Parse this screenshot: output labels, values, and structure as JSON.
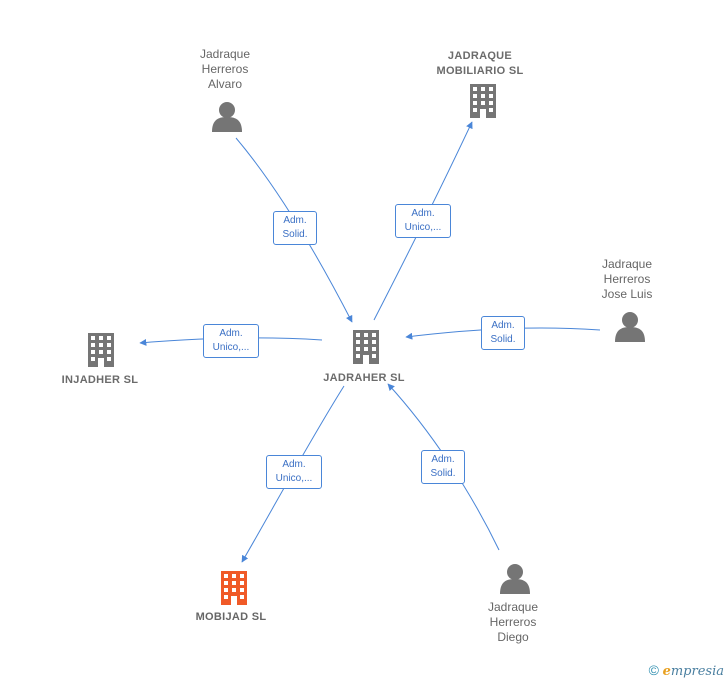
{
  "nodes": {
    "center": {
      "label": "JADRAHER  SL",
      "kind": "company"
    },
    "alvaro": {
      "lines": [
        "Jadraque",
        "Herreros",
        "Alvaro"
      ],
      "kind": "person"
    },
    "mobiliario": {
      "lines": [
        "JADRAQUE",
        "MOBILIARIO SL"
      ],
      "kind": "company"
    },
    "jose_luis": {
      "lines": [
        "Jadraque",
        "Herreros",
        "Jose Luis"
      ],
      "kind": "person"
    },
    "injadher": {
      "label": "INJADHER  SL",
      "kind": "company"
    },
    "mobijad": {
      "label": "MOBIJAD  SL",
      "kind": "company",
      "color": "#f05a28"
    },
    "diego": {
      "lines": [
        "Jadraque",
        "Herreros",
        "Diego"
      ],
      "kind": "person"
    }
  },
  "edges": {
    "alvaro_center": [
      "Adm.",
      "Solid."
    ],
    "center_mobiliario": [
      "Adm.",
      "Unico,..."
    ],
    "jose_luis_center": [
      "Adm.",
      "Solid."
    ],
    "center_injadher": [
      "Adm.",
      "Unico,..."
    ],
    "center_mobijad": [
      "Adm.",
      "Unico,..."
    ],
    "diego_center": [
      "Adm.",
      "Solid."
    ]
  },
  "colors": {
    "edge": "#4a86d8",
    "icon": "#757575",
    "highlight_icon": "#f05a28"
  },
  "footer": {
    "copyright": "©",
    "brand_first": "e",
    "brand_rest": "mpresia"
  }
}
